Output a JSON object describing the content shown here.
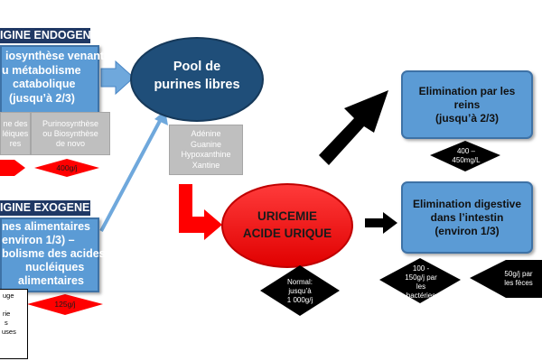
{
  "origine_endogene": {
    "header": "IGINE ENDOGENE",
    "lines": [
      "iosynthèse venant",
      "u métabolisme",
      "catabolique",
      "(jusqu’à 2/3)"
    ],
    "sub_left": [
      "ne des",
      "léiques",
      "res"
    ],
    "sub_right": [
      "Purinosynthèse",
      "ou Biosynthèse",
      "de novo"
    ],
    "value_right": "400g/j"
  },
  "origine_exogene": {
    "header": "IGINE EXOGENE",
    "lines": [
      "nes alimentaires",
      "environ 1/3) –",
      "bolisme des acides",
      "nucléiques",
      "alimentaires"
    ],
    "value": "125g/j",
    "legend": [
      "uge",
      "rie",
      "s",
      "uses"
    ]
  },
  "pool": {
    "title_lines": [
      "Pool de",
      "purines libres"
    ],
    "bases": [
      "Adénine",
      "Guanine",
      "Hypoxanthine",
      "Xantine"
    ]
  },
  "uricemie": {
    "lines": [
      "URICEMIE",
      "ACIDE URIQUE"
    ],
    "normal": [
      "Normal:",
      "jusqu’à",
      "1 000g/j"
    ]
  },
  "elim_reins": {
    "lines": [
      "Elimination par les",
      "reins",
      "(jusqu’à 2/3)"
    ],
    "value": [
      "400 –",
      "450mg/L"
    ]
  },
  "elim_digestive": {
    "lines": [
      "Elimination digestive",
      "dans l’intestin",
      "(environ 1/3)"
    ],
    "value_left": [
      "100 -",
      "150g/j par",
      "les",
      "bactéries"
    ],
    "value_right": [
      "50g/j par",
      "les fèces"
    ]
  },
  "colors": {
    "dark_blue": "#1f3864",
    "box_blue": "#5b9bd5",
    "pool_blue": "#1f4e79",
    "red": "#ff0000",
    "black": "#000000",
    "gray": "#bfbfbf"
  }
}
